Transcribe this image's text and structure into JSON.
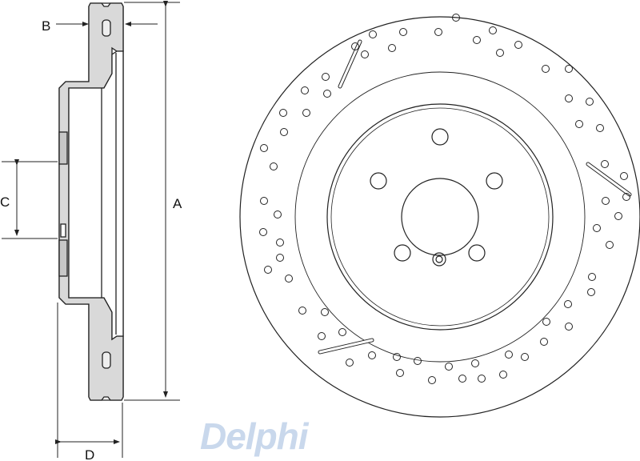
{
  "watermark": "Delphi",
  "dimensions": {
    "a": "A",
    "b": "B",
    "c": "C",
    "d": "D"
  },
  "colors": {
    "line": "#222222",
    "section_fill": "#d9d9d9",
    "watermark": "#e6edf6"
  }
}
